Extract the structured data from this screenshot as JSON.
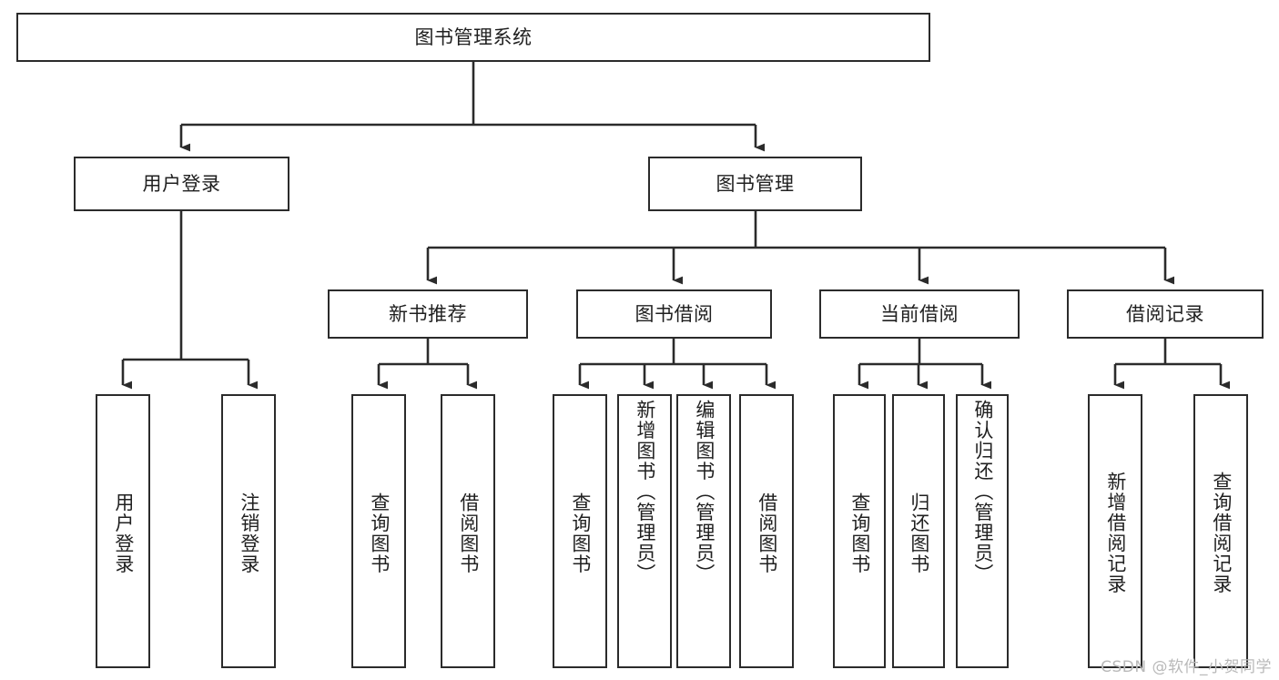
{
  "diagram": {
    "title": "图书管理系统",
    "type": "tree",
    "orientation": "top-down",
    "watermark": "CSDN @软件_小贺同学",
    "root": {
      "label": "图书管理系统"
    },
    "level2": [
      {
        "label": "用户登录"
      },
      {
        "label": "图书管理"
      }
    ],
    "level3": [
      {
        "label": "新书推荐"
      },
      {
        "label": "图书借阅"
      },
      {
        "label": "当前借阅"
      },
      {
        "label": "借阅记录"
      }
    ],
    "leaves": {
      "user_login": [
        {
          "label": "用户登录"
        },
        {
          "label": "注销登录"
        }
      ],
      "new_book_recommend": [
        {
          "label": "查询图书"
        },
        {
          "label": "借阅图书"
        }
      ],
      "book_borrow": [
        {
          "label": "查询图书"
        },
        {
          "label": "新增图书（管理员）"
        },
        {
          "label": "编辑图书（管理员）"
        },
        {
          "label": "借阅图书"
        }
      ],
      "current_borrow": [
        {
          "label": "查询图书"
        },
        {
          "label": "归还图书"
        },
        {
          "label": "确认归还（管理员）"
        }
      ],
      "borrow_record": [
        {
          "label": "新增借阅记录"
        },
        {
          "label": "查询借阅记录"
        }
      ]
    },
    "colors": {
      "stroke": "#2b2b2b",
      "fill": "#ffffff",
      "text": "#202020",
      "watermark": "#b9b9b9"
    }
  }
}
